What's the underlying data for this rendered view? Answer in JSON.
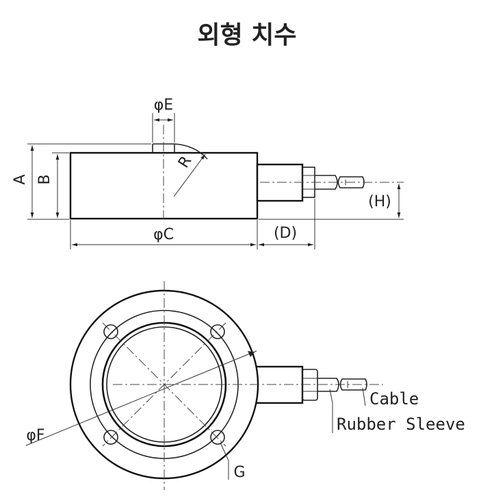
{
  "title": "외형 치수",
  "labels": {
    "phi_e": "φE",
    "r": "R",
    "a": "A",
    "b": "B",
    "phi_c": "φC",
    "d": "(D)",
    "h": "(H)",
    "phi_f": "φF",
    "g": "G",
    "cable": "Cable",
    "rubber_sleeve": "Rubber Sleeve"
  }
}
